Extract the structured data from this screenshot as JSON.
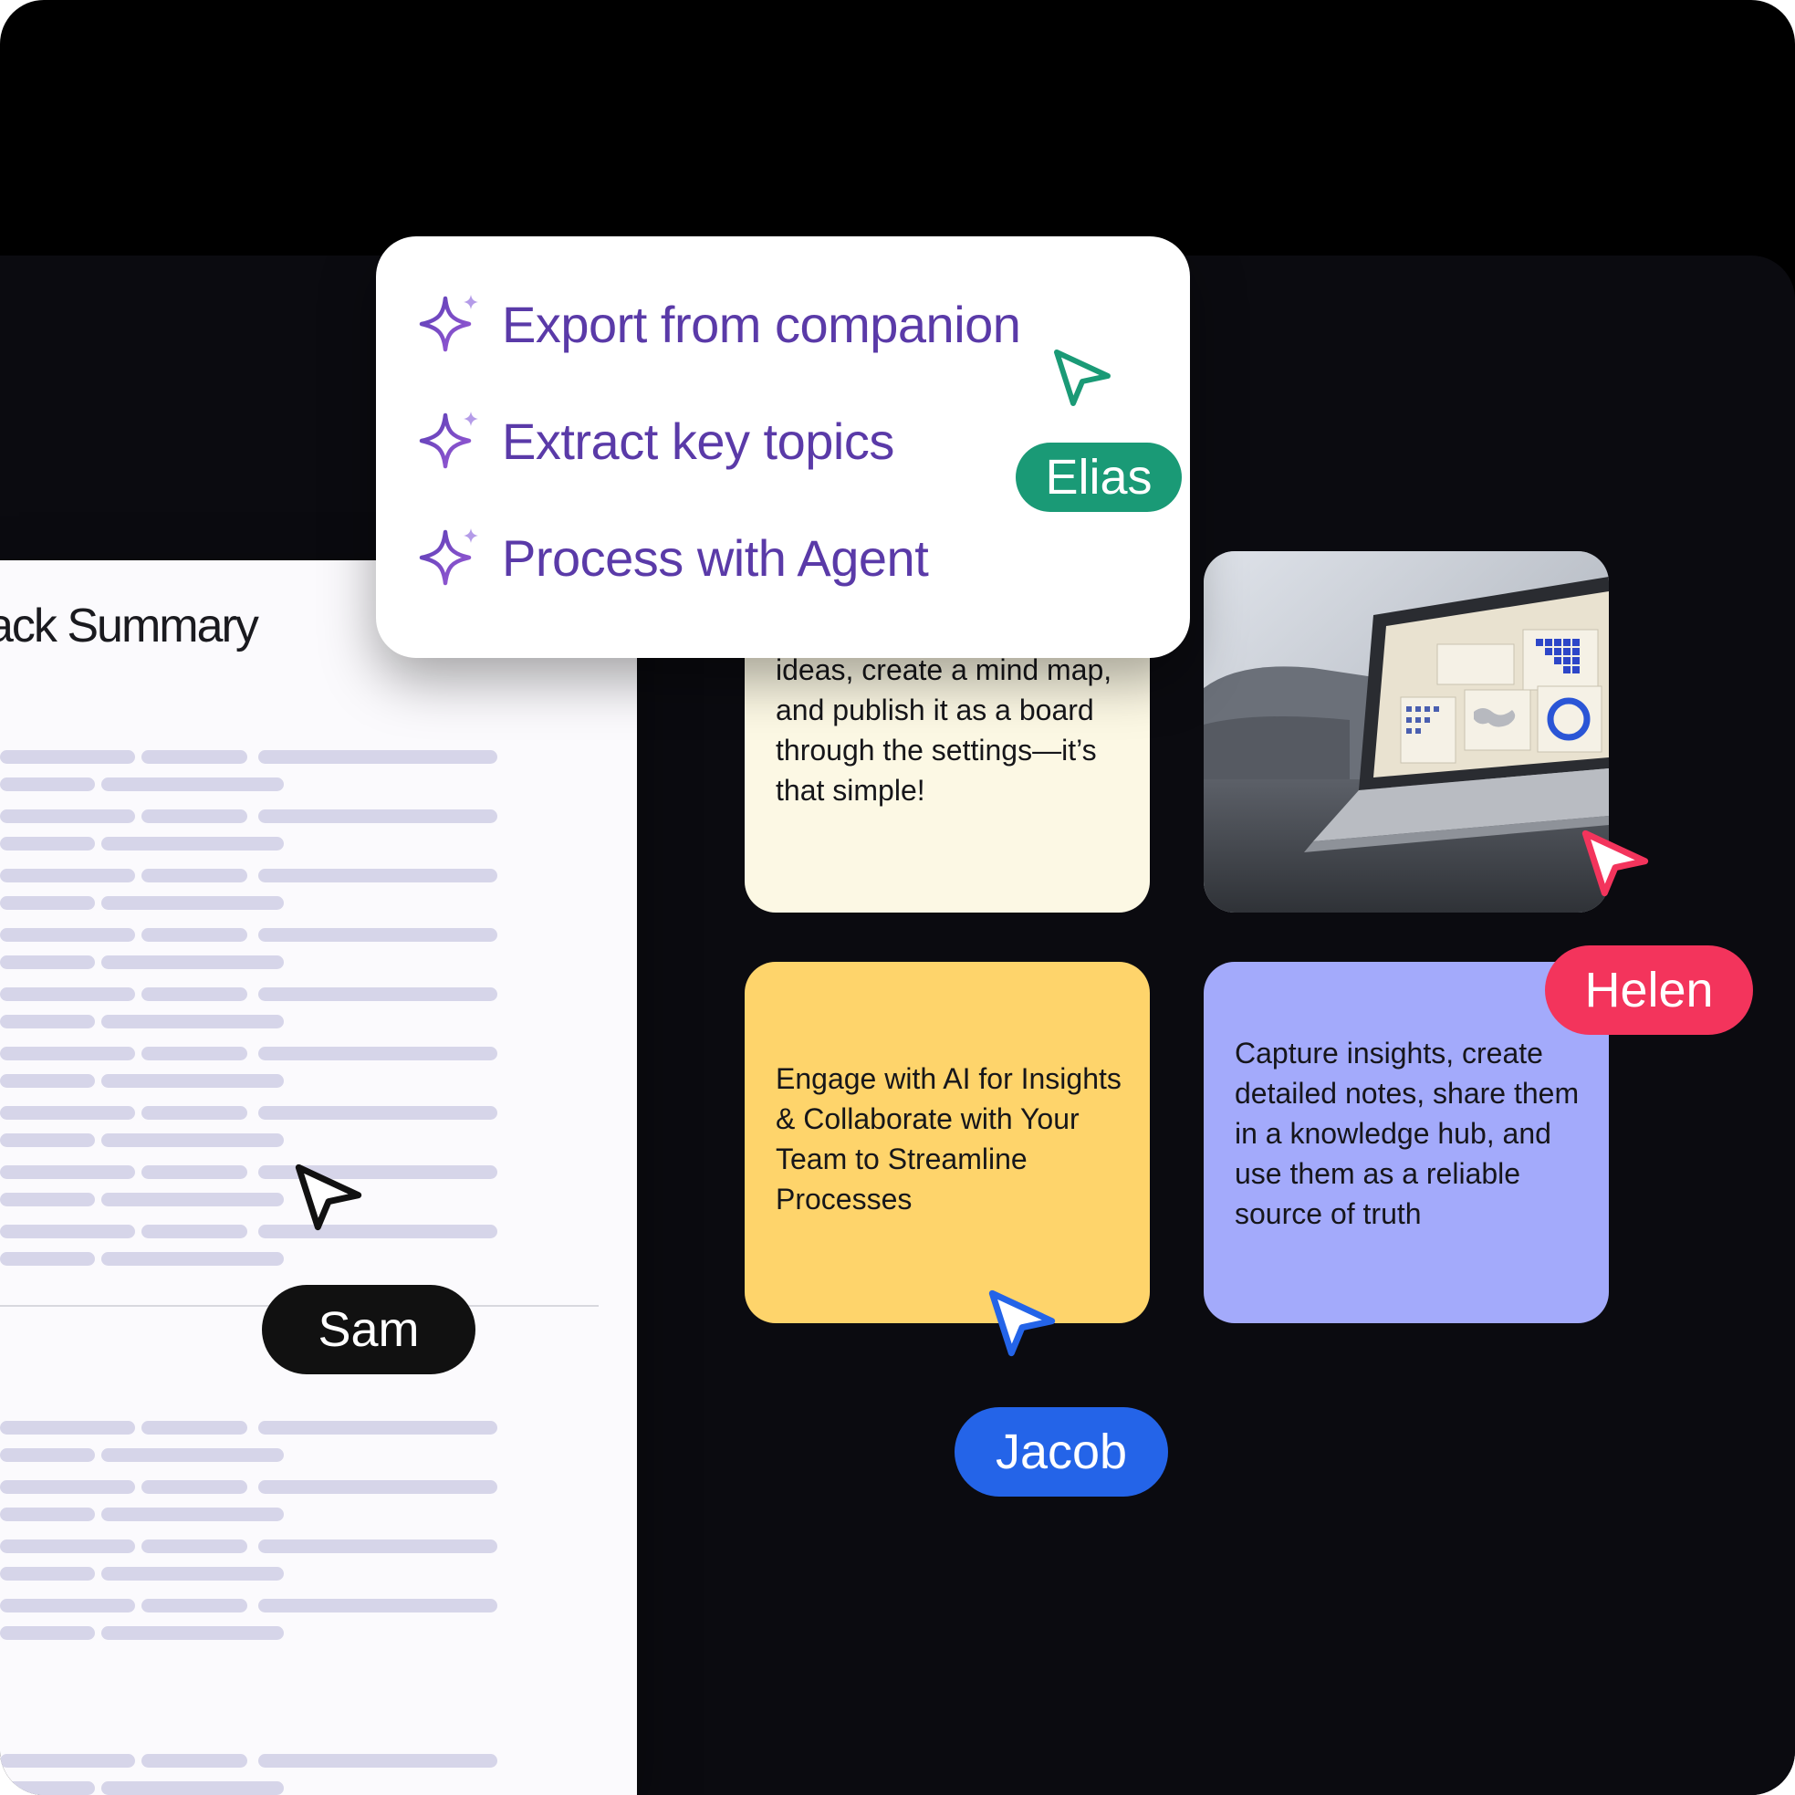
{
  "document": {
    "title": "ack Summary"
  },
  "ai_menu": {
    "items": [
      {
        "label": "Export from companion"
      },
      {
        "label": "Extract key topics"
      },
      {
        "label": "Process with Agent"
      }
    ]
  },
  "cards": {
    "cream_text": "organize it, brainstorm ideas, create a mind map, and publish it as a board through the settings—it’s that simple!",
    "yellow_text": "Engage with AI for Insights & Collaborate with Your Team to Streamline Processes",
    "violet_text": "Capture insights, create detailed notes, share them in a knowledge hub, and use them as a reliable source of truth"
  },
  "collaborators": {
    "elias": {
      "name": "Elias",
      "color": "#1a9a76"
    },
    "helen": {
      "name": "Helen",
      "color": "#f3345c"
    },
    "sam": {
      "name": "Sam",
      "color": "#111111"
    },
    "jacob": {
      "name": "Jacob",
      "color": "#2464e8"
    }
  },
  "colors": {
    "accent_purple": "#6a46c2",
    "card_cream": "#fcf8e4",
    "card_yellow": "#fed46b",
    "card_violet": "#a3aafb"
  },
  "icons": [
    "sparkle-icon",
    "cursor-arrow-icon"
  ]
}
